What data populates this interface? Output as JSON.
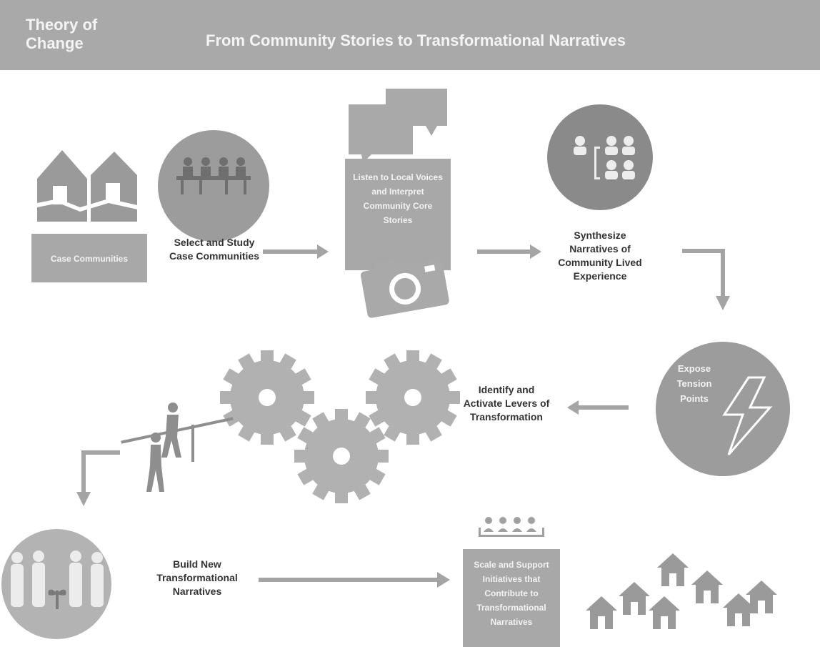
{
  "header": {
    "left_title": "Theory of Change",
    "title": "From Community Stories to Transformational Narratives"
  },
  "steps": {
    "case_communities": "Case Communities",
    "select_study": "Select and Study Case Communities",
    "listen": "Listen to Local Voices and Interpret Community Core Stories",
    "synthesize": "Synthesize Narratives of Community Lived Experience",
    "expose": "Expose Tension Points",
    "identify": "Identify and Activate Levers of Transformation",
    "build": "Build New Transformational Narratives",
    "scale": "Scale and Support Initiatives that Contribute to Transformational Narratives"
  },
  "colors": {
    "header_bg": "#a9a9a9",
    "box_bg": "#a8a8a8",
    "circle_bg": "#9c9c9c",
    "dark_circle_bg": "#8a8a8a",
    "arrow": "#a4a4a4",
    "icon": "#888888"
  }
}
